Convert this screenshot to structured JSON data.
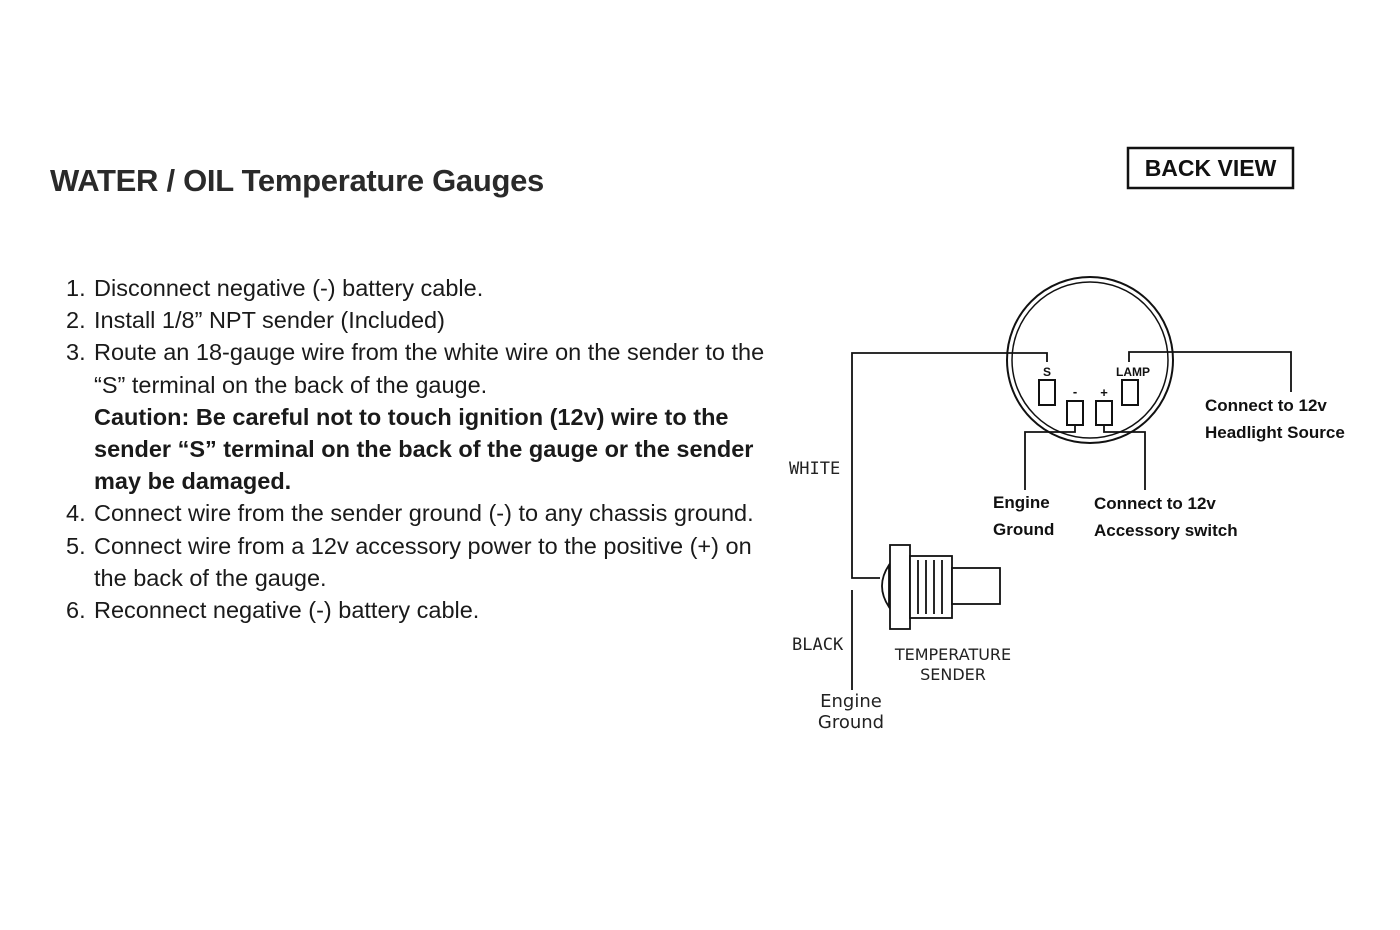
{
  "title": "WATER / OIL Temperature Gauges",
  "back_view_label": "BACK VIEW",
  "steps": [
    {
      "number": "1.",
      "text": "Disconnect negative (-) battery cable."
    },
    {
      "number": "2.",
      "text": "Install 1/8” NPT sender (Included)"
    },
    {
      "number": "3.",
      "text": "Route an 18-gauge wire from the white wire on the sender to the “S” terminal on the back of the gauge.",
      "caution": "Caution: Be careful not to touch ignition (12v) wire to the sender “S” terminal on the back of the gauge or the sender may be damaged."
    },
    {
      "number": "4.",
      "text": "Connect wire from the sender ground (-) to any chassis ground."
    },
    {
      "number": "5.",
      "text": "Connect wire from a 12v accessory power to the positive (+) on the back of the gauge."
    },
    {
      "number": "6.",
      "text": "Reconnect negative (-) battery cable."
    }
  ],
  "diagram": {
    "terminals": {
      "s": "S",
      "minus": "-",
      "plus": "+",
      "lamp": "LAMP"
    },
    "wire_white": "WHITE",
    "wire_black": "BLACK",
    "lamp_note_line1": "Connect to 12v",
    "lamp_note_line2": "Headlight Source",
    "ground_note_line1": "Engine",
    "ground_note_line2": "Ground",
    "acc_note_line1": "Connect to 12v",
    "acc_note_line2": "Accessory switch",
    "sender_label_line1": "TEMPERATURE",
    "sender_label_line2": "SENDER",
    "engine_ground_line1": "Engine",
    "engine_ground_line2": "Ground"
  }
}
